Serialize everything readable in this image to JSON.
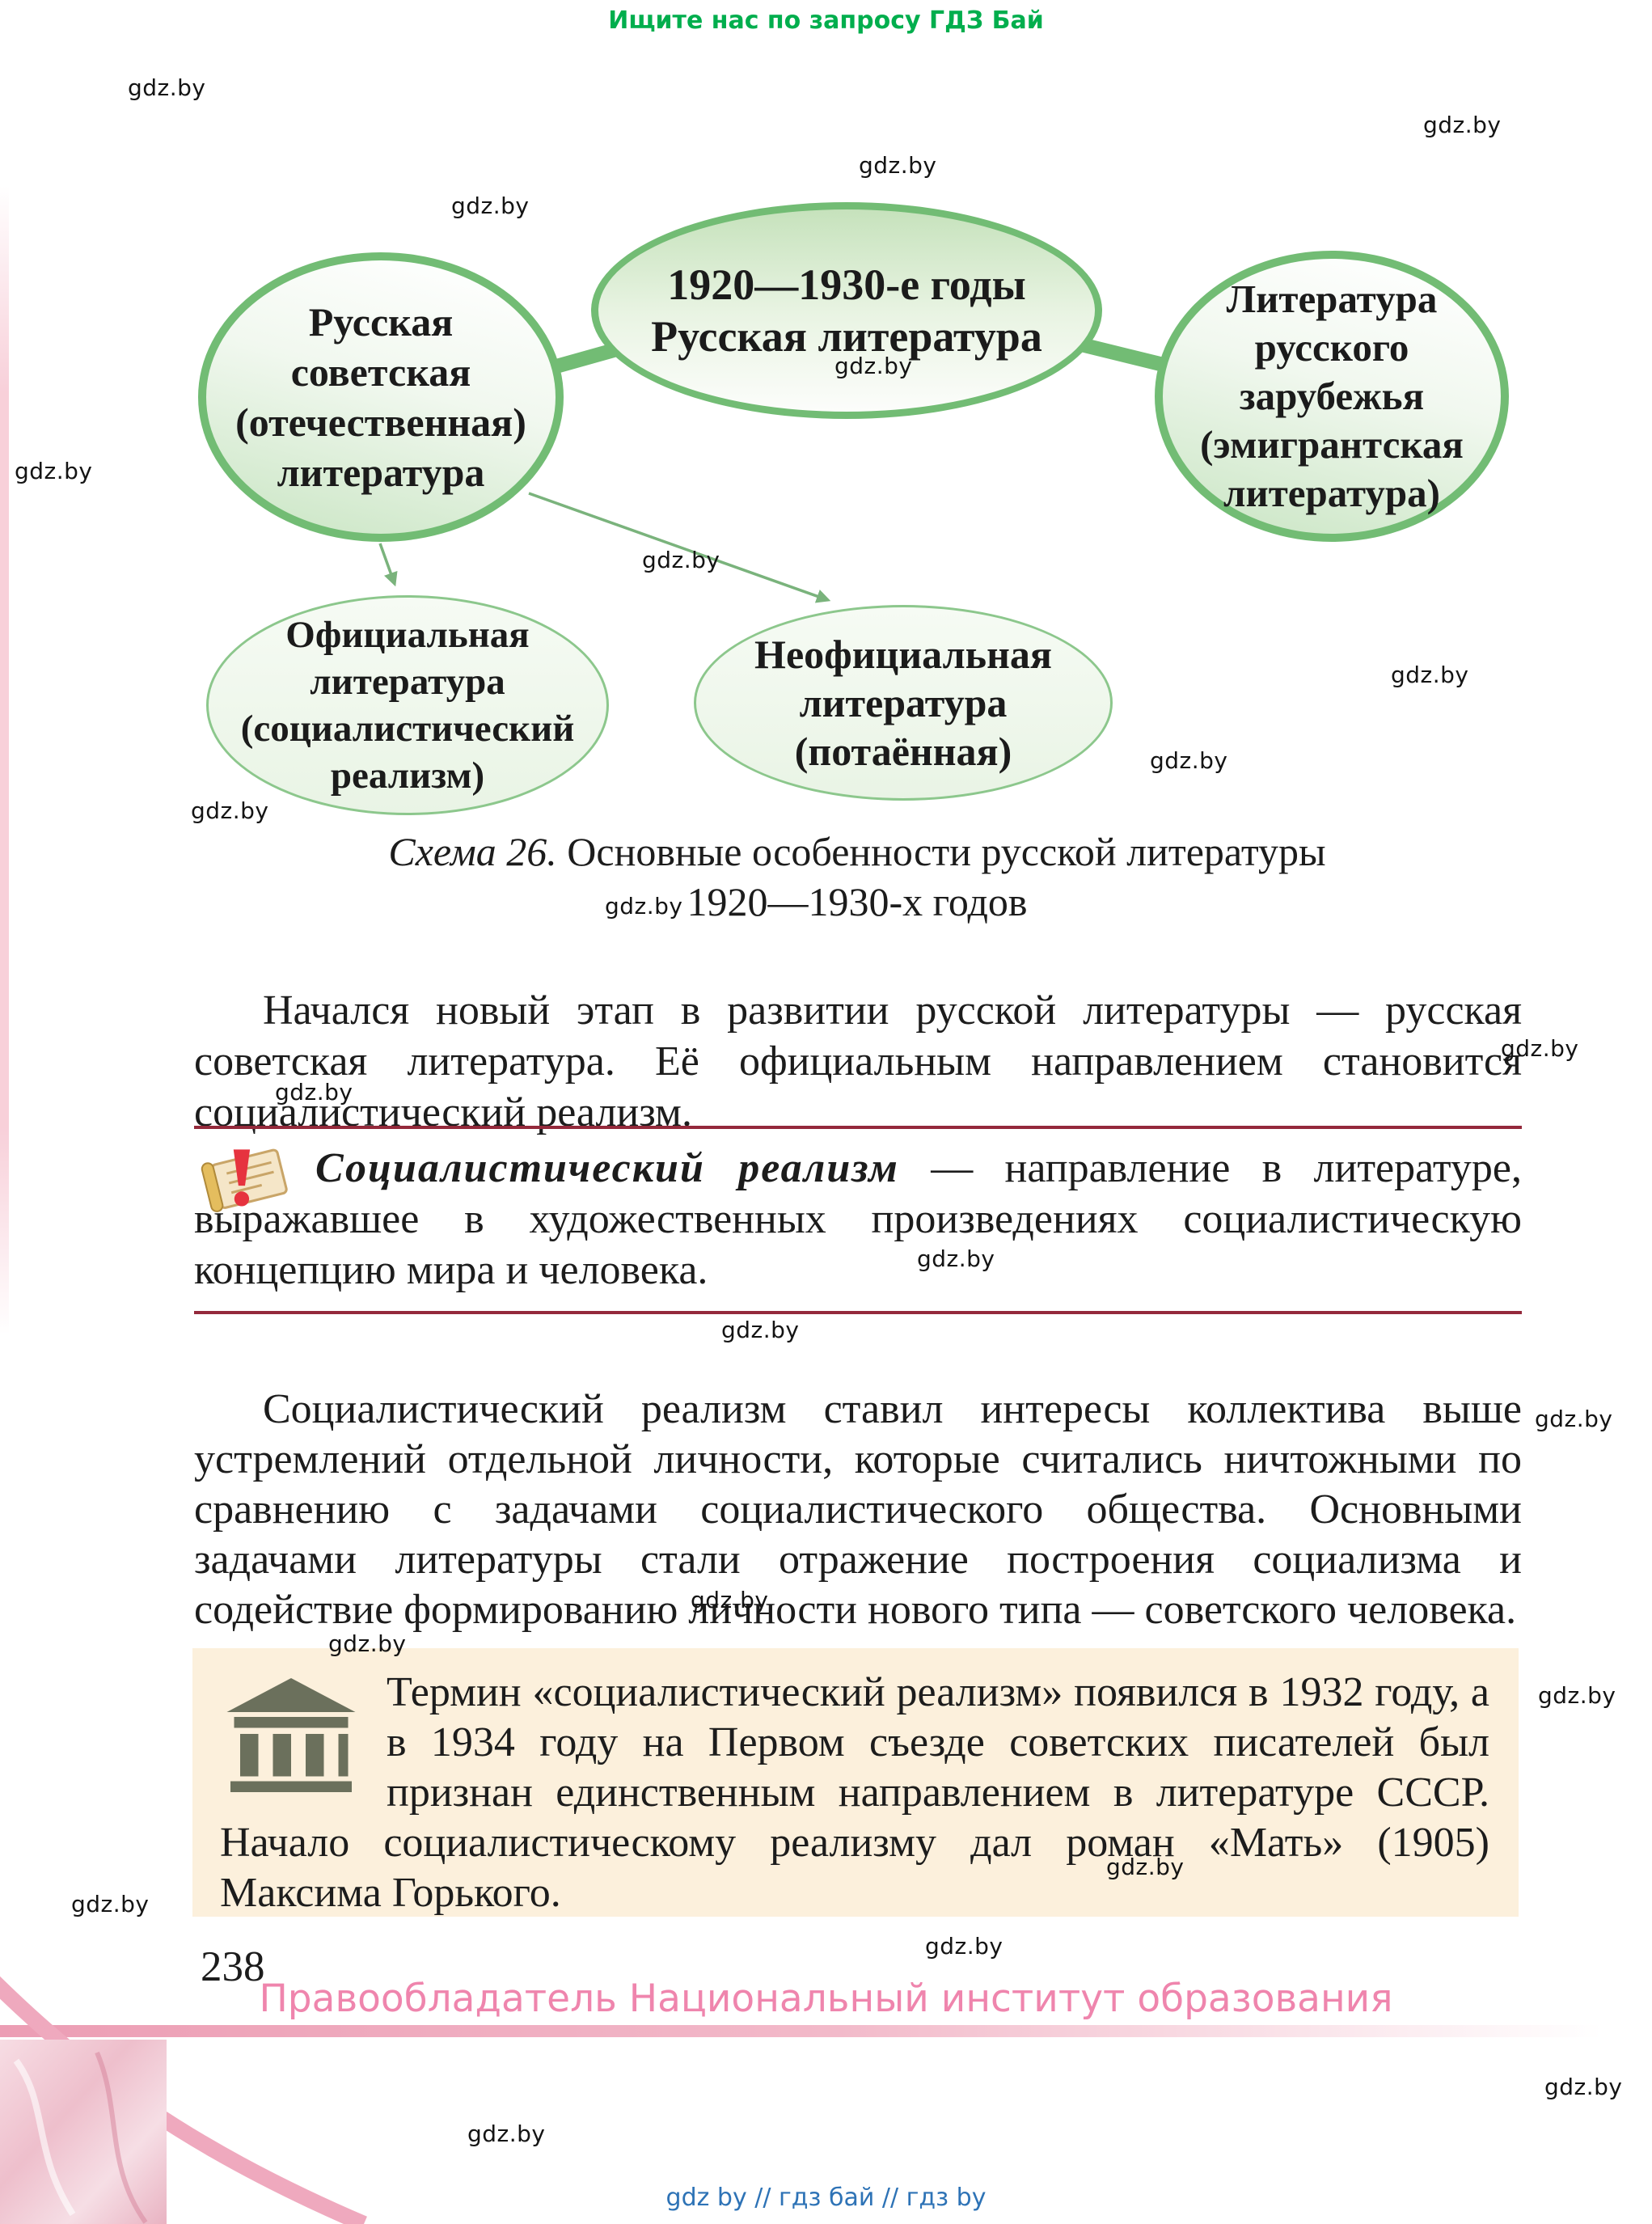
{
  "header": {
    "promo": "Ищите нас по запросу ГДЗ Бай"
  },
  "watermark": {
    "text": "gdz.by"
  },
  "diagram": {
    "center": {
      "period": "1920—1930-е годы",
      "title": "Русская литература"
    },
    "left": {
      "lines": [
        "Русская",
        "советская",
        "(отечественная)",
        "литература"
      ]
    },
    "right": {
      "lines": [
        "Литература",
        "русского",
        "зарубежья",
        "(эмигрантская",
        "литература)"
      ]
    },
    "official": {
      "lines": [
        "Официальная",
        "литература",
        "(социалистический",
        "реализм)"
      ]
    },
    "unofficial": {
      "lines": [
        "Неофициальная",
        "литература",
        "(потаённая)"
      ]
    },
    "caption": {
      "label": "Схема 26.",
      "text": " Основные особенности русской литературы",
      "line2": "1920—1930-х годов"
    }
  },
  "content": {
    "para1": "Начался новый этап в развитии русской литературы — русская советская литература. Её официальным направлением становится социалистический реализм.",
    "definition": {
      "term": "Социалистический реализм",
      "body": " — направление в литературе, выражавшее в художественных произведениях социалистическую концепцию мира и человека."
    },
    "para2": "Социалистический реализм ставил интересы коллектива выше устремлений отдельной личности, которые считались ничтожными по сравнению с задачами социалистического общества. Основными задачами литературы стали отражение построения социализма и содействие формированию личности нового типа — советского человека.",
    "info_box": "Термин «социалистический реализм» появился в 1932 году, а в 1934 году на Первом съезде советских писателей был признан единственным направлением в литературе СССР. Начало социалистическому реализму дал роман «Мать» (1905) Максима Горького."
  },
  "footer": {
    "page_number": "238",
    "copyright": "Правообладатель Национальный институт образования",
    "links": "gdz by  //  гдз бай  //  гдз by"
  },
  "colors": {
    "ellipse_border": "#72bc74",
    "accent_line": "#94293b",
    "info_bg": "#fcf0dc",
    "pink": "#ef85ad",
    "promo_green": "#00ae4d",
    "link_blue": "#2e73b6"
  }
}
